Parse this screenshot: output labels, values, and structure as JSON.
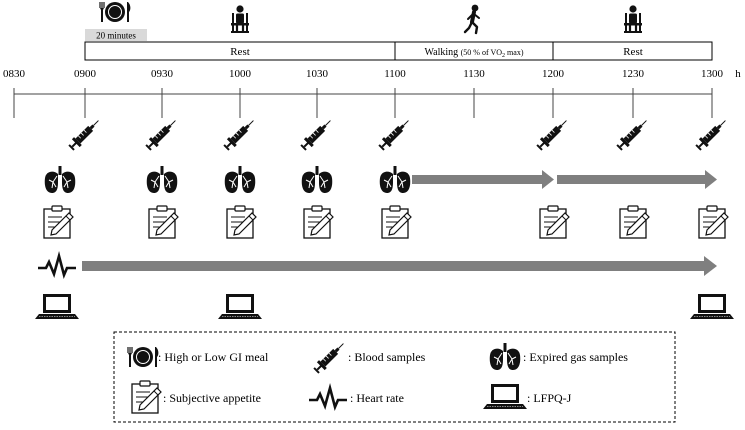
{
  "phases": {
    "meal_duration": "20 minutes",
    "rest1": "Rest",
    "walking": "Walking",
    "walking_detail_prefix": "(50 % of VO",
    "walking_detail_sub": "2",
    "walking_detail_suffix": " max)",
    "rest2": "Rest"
  },
  "timeline": {
    "unit": "h",
    "ticks": [
      "0830",
      "0900",
      "0930",
      "1000",
      "1030",
      "1100",
      "1130",
      "1200",
      "1230",
      "1300"
    ]
  },
  "legend": {
    "meal": ": High or Low GI meal",
    "blood": ": Blood samples",
    "gas": ": Expired gas samples",
    "appetite": ": Subjective appetite",
    "heart": ": Heart rate",
    "lfpq": ":  LFPQ-J"
  },
  "colors": {
    "arrow": "#7f7f7f",
    "meal_box": "#d9d9d9",
    "icon": "#111111"
  }
}
